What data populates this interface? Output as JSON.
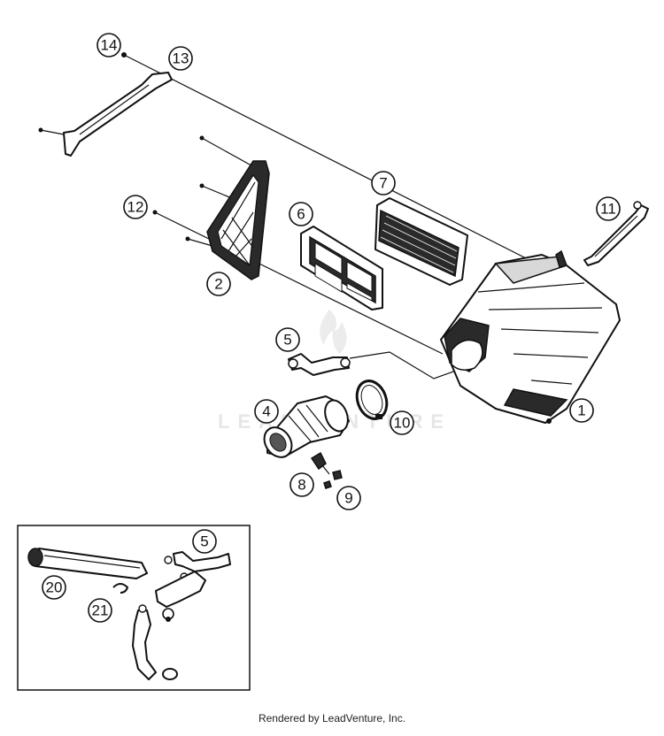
{
  "diagram": {
    "callouts": [
      "1",
      "2",
      "4",
      "5",
      "6",
      "7",
      "8",
      "9",
      "10",
      "11",
      "12",
      "13",
      "14",
      "5",
      "20",
      "21"
    ]
  },
  "watermark": {
    "text": "LEADVENTURE"
  },
  "footer": {
    "text": "Rendered by LeadVenture, Inc."
  }
}
